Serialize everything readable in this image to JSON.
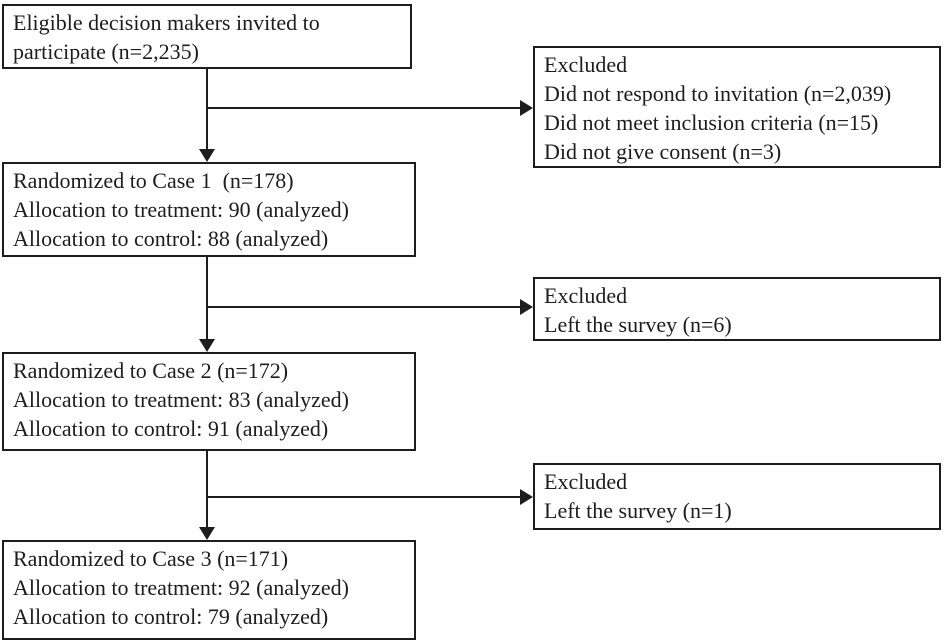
{
  "diagram": {
    "type": "flowchart",
    "colors": {
      "ink": "#1d1d1b",
      "background": "#ffffff"
    },
    "boxes": {
      "eligible": {
        "lines": [
          "Eligible decision makers invited to",
          "participate (n=2,235)"
        ]
      },
      "excluded1": {
        "lines": [
          "Excluded",
          "Did not respond to invitation (n=2,039)",
          "Did not meet inclusion criteria (n=15)",
          "Did not give consent (n=3)"
        ]
      },
      "case1": {
        "lines": [
          "Randomized to Case 1  (n=178)",
          "Allocation to treatment: 90 (analyzed)",
          "Allocation to control: 88 (analyzed)"
        ]
      },
      "excluded2": {
        "lines": [
          "Excluded",
          "Left the survey (n=6)"
        ]
      },
      "case2": {
        "lines": [
          "Randomized to Case 2 (n=172)",
          "Allocation to treatment: 83 (analyzed)",
          "Allocation to control: 91 (analyzed)"
        ]
      },
      "excluded3": {
        "lines": [
          "Excluded",
          "Left the survey (n=1)"
        ]
      },
      "case3": {
        "lines": [
          "Randomized to Case 3 (n=171)",
          "Allocation to treatment: 92 (analyzed)",
          "Allocation to control: 79 (analyzed)"
        ]
      }
    }
  }
}
